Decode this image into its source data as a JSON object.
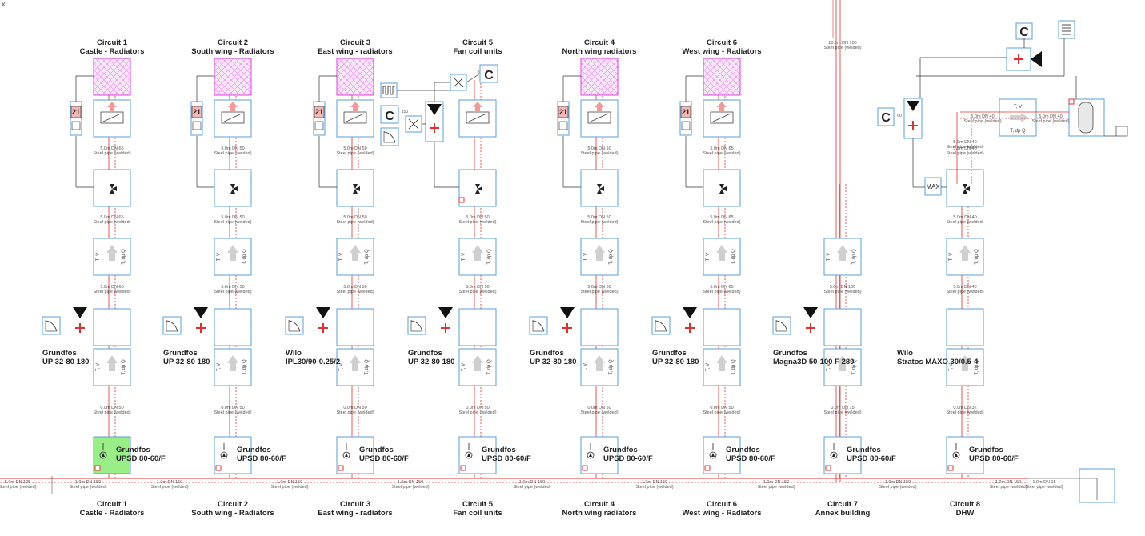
{
  "corner_mark": "x",
  "circuits": [
    {
      "id": "c1",
      "top": [
        "Circuit 1",
        "Castle - Radiators"
      ],
      "bottom": [
        "Circuit 1",
        "Castle - Radiators"
      ],
      "pump_mid": [
        "Grundfos",
        "UP 32-80 180"
      ],
      "pump_bot": [
        "Grundfos",
        "UPSD 80-60/F"
      ],
      "seg1": "5.0m DN 65",
      "seg2": "5.0m DN 65",
      "seg3": "5.0m DN 65",
      "seg5": "0.0m DN 50",
      "highlight": true
    },
    {
      "id": "c2",
      "top": [
        "Circuit 2",
        "South wing - Radiators"
      ],
      "bottom": [
        "Circuit 2",
        "South wing - Radiators"
      ],
      "pump_mid": [
        "Grundfos",
        "UP 32-80 180"
      ],
      "pump_bot": [
        "Grundfos",
        "UPSD 80-60/F"
      ],
      "seg1": "5.0m DN 50",
      "seg2": "5.0m DN 50",
      "seg3": "5.0m DN 50",
      "seg5": "0.0m DN 50",
      "highlight": false
    },
    {
      "id": "c3",
      "top": [
        "Circuit 3",
        "East wing - radiators"
      ],
      "bottom": [
        "Circuit 3",
        "East wing - radiators"
      ],
      "pump_mid": [
        "Wilo",
        "IPL30/90-0.25/2-"
      ],
      "pump_bot": [
        "Grundfos",
        "UPSD 80-60/F"
      ],
      "seg1": "5.0m DN 50",
      "seg2": "5.0m DN 50",
      "seg3": "5.0m DN 50",
      "seg5": "0.0m DN 50",
      "highlight": false
    },
    {
      "id": "c5",
      "top": [
        "Circuit 5",
        "Fan coil units"
      ],
      "bottom": [
        "Circuit 5",
        "Fan coil units"
      ],
      "pump_mid": [
        "Grundfos",
        "UP 32-80 180"
      ],
      "pump_bot": [
        "Grundfos",
        "UPSD 80-60/F"
      ],
      "seg1": "",
      "seg2": "5.0m DN 50",
      "seg3": "5.0m DN 50",
      "seg5": "0.0m DN 50",
      "highlight": false
    },
    {
      "id": "c4",
      "top": [
        "Circuit 4",
        "North wing radiators"
      ],
      "bottom": [
        "Circuit 4",
        "North wing radiators"
      ],
      "pump_mid": [
        "Grundfos",
        "UP 32-80 180"
      ],
      "pump_bot": [
        "Grundfos",
        "UPSD 80-60/F"
      ],
      "seg1": "5.0m DN 50",
      "seg2": "5.0m DN 50",
      "seg3": "5.0m DN 50",
      "seg5": "0.0m DN 50",
      "highlight": false
    },
    {
      "id": "c6",
      "top": [
        "Circuit 6",
        "West wing - Radiators"
      ],
      "bottom": [
        "Circuit 6",
        "West wing - Radiators"
      ],
      "pump_mid": [
        "Grundfos",
        "UP 32-80 180"
      ],
      "pump_bot": [
        "Grundfos",
        "UPSD 80-60/F"
      ],
      "seg1": "5.0m DN 65",
      "seg2": "5.0m DN 65",
      "seg3": "5.0m DN 65",
      "seg5": "0.0m DN 50",
      "highlight": false
    },
    {
      "id": "c7",
      "top": [
        "",
        ""
      ],
      "bottom": [
        "Circuit 7",
        "Annex building"
      ],
      "pump_mid": [
        "Grundfos",
        "Magna3D 50-100 F 280"
      ],
      "pump_bot": [
        "Grundfos",
        "UPSD 80-60/F"
      ],
      "seg1": "",
      "seg2": "",
      "seg3": "5.0m DN 100",
      "seg5": "0.0m DN 15",
      "highlight": false
    },
    {
      "id": "c8",
      "top": [
        "",
        ""
      ],
      "bottom": [
        "Circuit 8",
        "DHW"
      ],
      "pump_mid": [
        "Wilo",
        "Stratos MAXO 30/0.5-4"
      ],
      "pump_bot": [
        "Grundfos",
        "UPSD 80-60/F"
      ],
      "seg1": "5.0m DN 40",
      "seg2": "5.0m DN 40",
      "seg3": "5.0m DN 40",
      "seg5": "0.0m DN 32",
      "highlight": false
    }
  ],
  "pipe_material": "Steel pipe (welded)",
  "top_pipe_label": "10.0m DN 100",
  "dhw_pipe_left": "5.0m DN 40",
  "dhw_pipe_right": "5.0m DN 40",
  "header_segments": [
    "5.0m DN 125",
    "1.0m DN 150",
    "1.0m DN 150",
    "1.0m DN 150",
    "1.0m DN 150",
    "1.0m DN 150",
    "1.0m DN 150",
    "1.0m DN 150",
    "1.0m DN 150",
    "1.0m DN 150",
    "1.0m DN 15"
  ],
  "sensor_value": "21",
  "mixer_label": "MAX",
  "meter_labels": {
    "a": "T, V",
    "b": "T, dp Q"
  },
  "boiler_label": "C",
  "num_150": "150",
  "num_60": "60",
  "num_0": "0",
  "colors": {
    "component": "#5b9fd4",
    "pipe_red": "#e03030",
    "room_pink": "#e040e0",
    "highlight": "#99ee88",
    "sensor_red": "#f2b8b8",
    "arrow": "#f29a9a",
    "dark": "#222222"
  }
}
